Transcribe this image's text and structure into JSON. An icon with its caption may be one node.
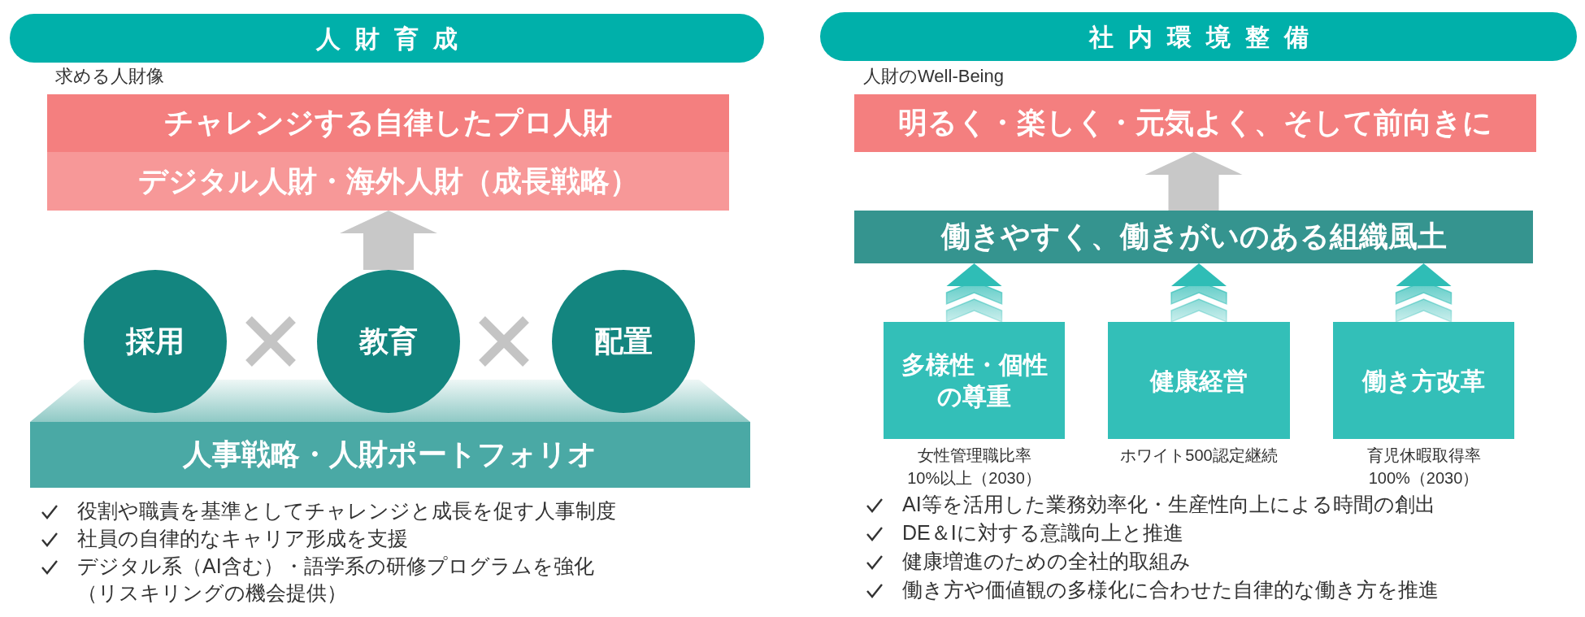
{
  "diagram": {
    "nodes": [
      {
        "text": [
          "人財育成"
        ]
      },
      {
        "text": [
          "チャレンジする自律したプロ人財"
        ]
      },
      {
        "text": [
          "デジタル人財・海外人財（成長戦略）"
        ]
      },
      {
        "text": [
          "採用"
        ]
      },
      {
        "text": [
          "教育"
        ]
      },
      {
        "text": [
          "配置"
        ]
      },
      {
        "text": [
          "人事戦略・人財ポートフォリオ"
        ]
      },
      {
        "text": [
          "社内環境整備"
        ]
      },
      {
        "text": [
          "明るく・楽しく・元気よく、そして前向きに"
        ]
      },
      {
        "text": [
          "働きやすく、働きがいのある組織風土"
        ]
      },
      {
        "text": [
          "多様性・個性の尊重"
        ],
        "beside": [
          "女性管理職比率10%以上（2030）"
        ]
      },
      {
        "text": [
          "健康経営"
        ],
        "beside": [
          "ホワイト500認定継続"
        ]
      },
      {
        "text": [
          "働き方改革"
        ],
        "beside": [
          "育児休暇取得率100%（2030）"
        ]
      }
    ],
    "edges": [
      {
        "from": 4,
        "to": 2,
        "arrow": "to",
        "style": "thick",
        "color": "#c8c8c8"
      },
      {
        "from": 9,
        "to": 8,
        "arrow": "to",
        "style": "thick",
        "color": "#c8c8c8"
      },
      {
        "from": 10,
        "to": 9,
        "arrow": "to"
      },
      {
        "from": 11,
        "to": 9,
        "arrow": "to"
      },
      {
        "from": 12,
        "to": 9,
        "arrow": "to"
      }
    ],
    "labels": [
      "求める人財像",
      "役割や職責を基準としてチャレンジと成長を促す人事制度",
      "社員の自律的なキャリア形成を支援",
      "デジタル系（AI含む）・語学系の研修プログラムを強化（リスキリングの機会提供）",
      "人財のWell-Being",
      "AI等を活用した業務効率化・生産性向上による時間の創出",
      "DE＆Iに対する意識向上と推進",
      "健康増進のための全社的取組み",
      "働き方や価値観の多様化に合わせた自律的な働き方を推進"
    ]
  }
}
